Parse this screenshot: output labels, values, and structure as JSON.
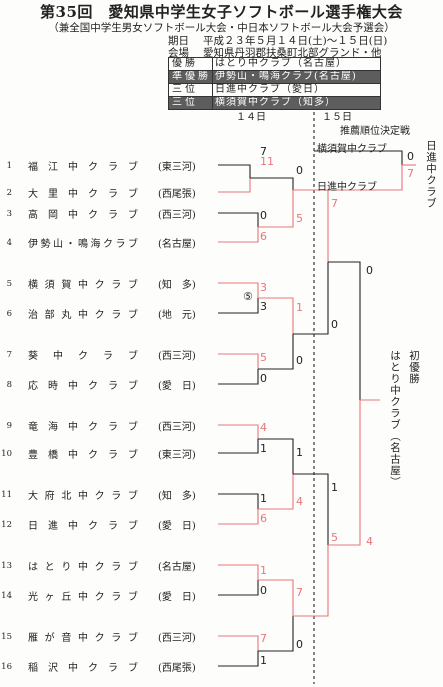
{
  "header": {
    "title": "第35回　愛知県中学生女子ソフトボール選手権大会",
    "subtitle": "（兼全国中学生男女ソフトボール大会・中日本ソフトボール大会予選会）",
    "date_label": "期日",
    "date_value": "平成２３年５月１４日(土)～１５日(日)",
    "venue_label": "会場",
    "venue_value": "愛知県丹羽郡扶桑町北部グランド・他"
  },
  "results": [
    {
      "label": "優勝",
      "value": "はとり中クラブ（名古屋）",
      "dark": false
    },
    {
      "label": "準優勝",
      "value": "伊勢山・鳴海クラブ(名古屋)",
      "dark": true
    },
    {
      "label": "三位",
      "value": "日進中クラブ（愛日）",
      "dark": false
    },
    {
      "label": "三位",
      "value": "横須賀中クラブ（知多）",
      "dark": true
    }
  ],
  "days": {
    "day1": "１４日",
    "day2": "１５日"
  },
  "third_place": {
    "label": "推薦順位決定戦",
    "team_top": "横須賀中クラブ",
    "team_bottom": "日進中クラブ",
    "score_top": "0",
    "score_bottom": "7",
    "winner": "日進中クラブ"
  },
  "champion": {
    "name": "はとり中クラブ（名古屋）",
    "note": "初優勝"
  },
  "teams": [
    {
      "no": "1",
      "name": "福江中クラブ",
      "region": "(東三河)"
    },
    {
      "no": "2",
      "name": "大里中クラブ",
      "region": "(西尾張)"
    },
    {
      "no": "3",
      "name": "高岡中クラブ",
      "region": "(西三河)"
    },
    {
      "no": "4",
      "name": "伊勢山・鳴海クラブ",
      "region": "(名古屋)"
    },
    {
      "no": "5",
      "name": "横須賀中クラブ",
      "region": "(知　多)"
    },
    {
      "no": "6",
      "name": "治部丸中クラブ",
      "region": "(地　元)"
    },
    {
      "no": "7",
      "name": "葵中クラブ",
      "region": "(西三河)"
    },
    {
      "no": "8",
      "name": "応時中クラブ",
      "region": "(愛　日)"
    },
    {
      "no": "9",
      "name": "竜海中クラブ",
      "region": "(西三河)"
    },
    {
      "no": "10",
      "name": "豊橋中クラブ",
      "region": "(東三河)"
    },
    {
      "no": "11",
      "name": "大府北中クラブ",
      "region": "(知　多)"
    },
    {
      "no": "12",
      "name": "日進中クラブ",
      "region": "(愛　日)"
    },
    {
      "no": "13",
      "name": "はとり中クラブ",
      "region": "(名古屋)"
    },
    {
      "no": "14",
      "name": "光ヶ丘中クラブ",
      "region": "(愛　日)"
    },
    {
      "no": "15",
      "name": "雁が音中クラブ",
      "region": "(西三河)"
    },
    {
      "no": "16",
      "name": "稲沢中クラブ",
      "region": "(西尾張)"
    }
  ],
  "scores": {
    "r1": [
      "7",
      "11",
      "0",
      "6",
      "3",
      "3",
      "5",
      "0",
      "4",
      "1",
      "1",
      "6",
      "1",
      "0",
      "7",
      "1"
    ],
    "r1_note": "⑤",
    "r2": [
      "0",
      "5",
      "1",
      "0",
      "1",
      "4",
      "7",
      "0"
    ],
    "r3": [
      "7",
      "0",
      "1",
      "5"
    ],
    "r4": [
      "0",
      "4"
    ]
  }
}
